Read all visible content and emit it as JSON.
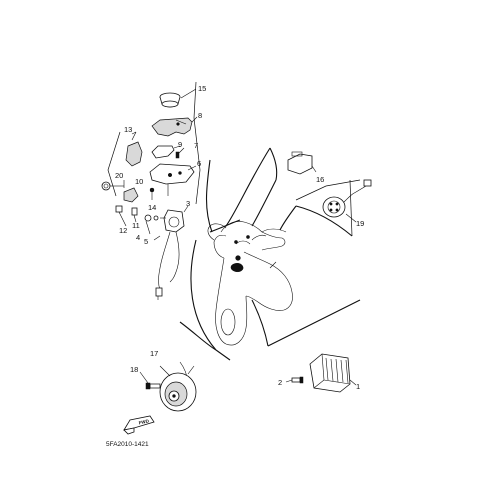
{
  "diagram": {
    "code": "5FA2010-1421",
    "fwd_label": "FWD",
    "callouts": [
      "1",
      "2",
      "3",
      "4",
      "5",
      "6",
      "7",
      "8",
      "9",
      "10",
      "11",
      "12",
      "13",
      "14",
      "15",
      "16",
      "17",
      "18",
      "19",
      "20"
    ]
  }
}
